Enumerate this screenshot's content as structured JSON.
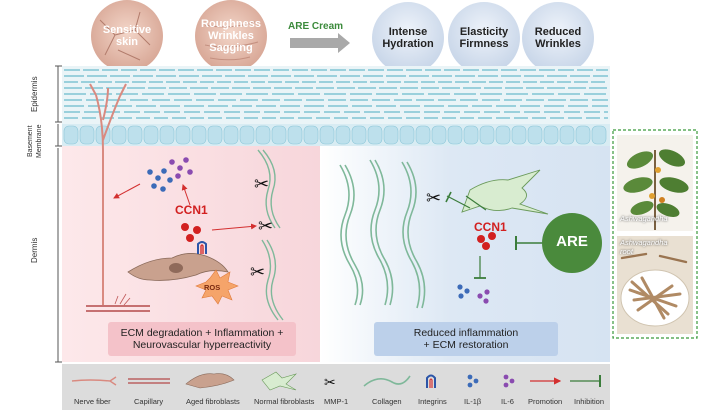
{
  "top": {
    "before_circles": [
      {
        "label": "Sensitive skin"
      },
      {
        "label": "Roughness\nWrinkles\nSagging"
      }
    ],
    "arrow_label": "ARE Cream",
    "after_circles": [
      {
        "label": "Intense\nHydration"
      },
      {
        "label": "Elasticity\nFirmness"
      },
      {
        "label": "Reduced\nWrinkles"
      }
    ]
  },
  "layers": {
    "epidermis": "Epidermis",
    "basement": "Basement\nMembrane",
    "dermis": "Dermis"
  },
  "left_panel": {
    "ccn1": "CCN1",
    "ros": "ROS",
    "caption": "ECM degradation + Inflammation +\nNeurovascular hyperreactivity"
  },
  "right_panel": {
    "ccn1": "CCN1",
    "are": "ARE",
    "caption": "Reduced inflammation\n+ ECM restoration"
  },
  "inset": {
    "plant_label": "Ashwagandha",
    "root_label": "Ashwagandha\nroot"
  },
  "legend": [
    {
      "icon": "nerve-fiber-icon",
      "label": "Nerve fiber"
    },
    {
      "icon": "capillary-icon",
      "label": "Capillary"
    },
    {
      "icon": "aged-fibroblast-icon",
      "label": "Aged fibroblasts"
    },
    {
      "icon": "normal-fibroblast-icon",
      "label": "Normal fibroblasts"
    },
    {
      "icon": "scissors-icon",
      "label": "MMP-1"
    },
    {
      "icon": "collagen-icon",
      "label": "Collagen"
    },
    {
      "icon": "integrin-icon",
      "label": "Integrins"
    },
    {
      "icon": "il1b-dots-icon",
      "label": "IL-1β"
    },
    {
      "icon": "il6-dots-icon",
      "label": "IL-6"
    },
    {
      "icon": "promotion-arrow-icon",
      "label": "Promotion"
    },
    {
      "icon": "inhibition-bar-icon",
      "label": "Inhibition"
    }
  ],
  "colors": {
    "left_bg": "#fbe3e6",
    "right_bg": "#dde8f4",
    "left_box": "#f4c2c9",
    "right_box": "#bcd0ea",
    "arrow": "#d32f2f",
    "inhibit": "#3b7d3b",
    "are_green": "#4a8a3c",
    "ccn1_red": "#d22020",
    "circle_blue": "#dce6f3",
    "legend_bg": "#dcdcdc"
  }
}
